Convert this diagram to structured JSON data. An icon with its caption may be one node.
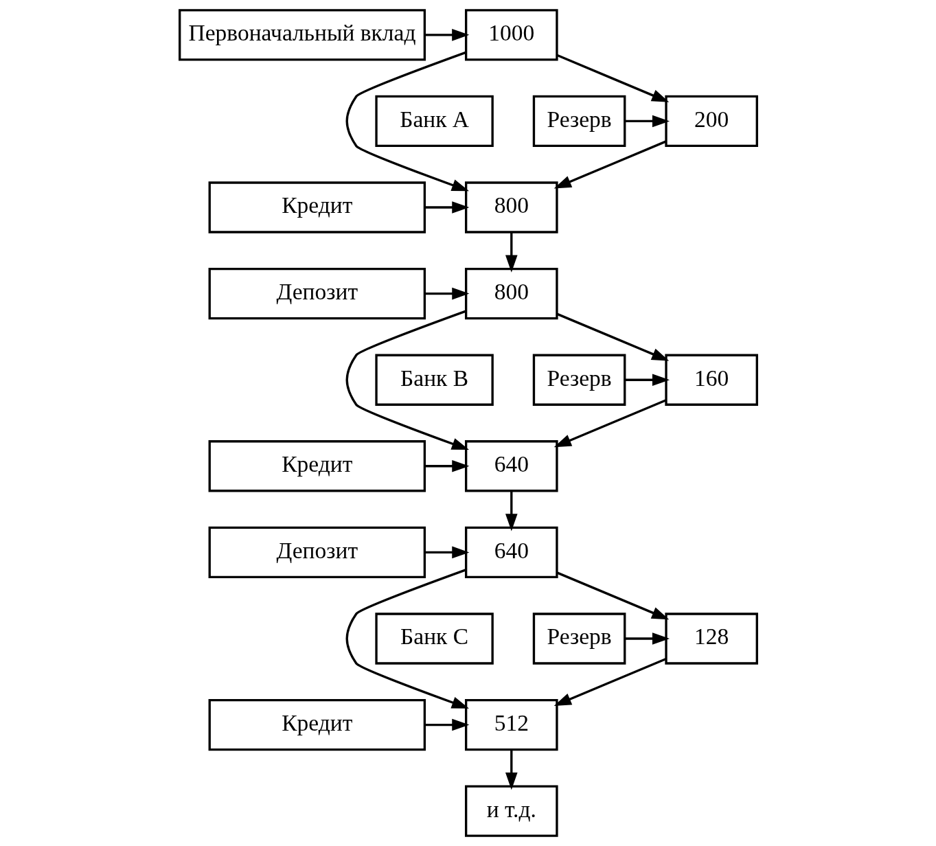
{
  "diagram": {
    "nodes": [
      {
        "text": [
          "Первоначальный вклад"
        ]
      },
      {
        "text": [
          "1000"
        ]
      },
      {
        "text": [
          "Банк A"
        ]
      },
      {
        "text": [
          "200"
        ]
      },
      {
        "text": [
          "Резерв"
        ]
      },
      {
        "text": [
          "Кредит"
        ]
      },
      {
        "text": [
          "800"
        ]
      },
      {
        "text": [
          "Депозит"
        ]
      },
      {
        "text": [
          "800"
        ]
      },
      {
        "text": [
          "Банк B"
        ]
      },
      {
        "text": [
          "160"
        ]
      },
      {
        "text": [
          "Резерв"
        ]
      },
      {
        "text": [
          "Кредит"
        ]
      },
      {
        "text": [
          "640"
        ]
      },
      {
        "text": [
          "Депозит"
        ]
      },
      {
        "text": [
          "640"
        ]
      },
      {
        "text": [
          "Банк C"
        ]
      },
      {
        "text": [
          "128"
        ]
      },
      {
        "text": [
          "Резерв"
        ]
      },
      {
        "text": [
          "Кредит"
        ]
      },
      {
        "text": [
          "512"
        ]
      },
      {
        "text": [
          "и т.д."
        ]
      }
    ],
    "edges": [
      {
        "from": 0,
        "to": 1,
        "arrow": "to"
      },
      {
        "from": 1,
        "to": 3,
        "arrow": "to"
      },
      {
        "from": 4,
        "to": 3,
        "arrow": "to"
      },
      {
        "from": 1,
        "to": 6,
        "arrow": "to"
      },
      {
        "from": 3,
        "to": 6,
        "arrow": "to"
      },
      {
        "from": 5,
        "to": 6,
        "arrow": "to"
      },
      {
        "from": 6,
        "to": 8,
        "arrow": "to"
      },
      {
        "from": 7,
        "to": 8,
        "arrow": "to"
      },
      {
        "from": 8,
        "to": 10,
        "arrow": "to"
      },
      {
        "from": 11,
        "to": 10,
        "arrow": "to"
      },
      {
        "from": 8,
        "to": 13,
        "arrow": "to"
      },
      {
        "from": 10,
        "to": 13,
        "arrow": "to"
      },
      {
        "from": 12,
        "to": 13,
        "arrow": "to"
      },
      {
        "from": 13,
        "to": 15,
        "arrow": "to"
      },
      {
        "from": 14,
        "to": 15,
        "arrow": "to"
      },
      {
        "from": 15,
        "to": 17,
        "arrow": "to"
      },
      {
        "from": 18,
        "to": 17,
        "arrow": "to"
      },
      {
        "from": 15,
        "to": 20,
        "arrow": "to"
      },
      {
        "from": 17,
        "to": 20,
        "arrow": "to"
      },
      {
        "from": 19,
        "to": 20,
        "arrow": "to"
      },
      {
        "from": 20,
        "to": 21,
        "arrow": "to"
      }
    ]
  }
}
